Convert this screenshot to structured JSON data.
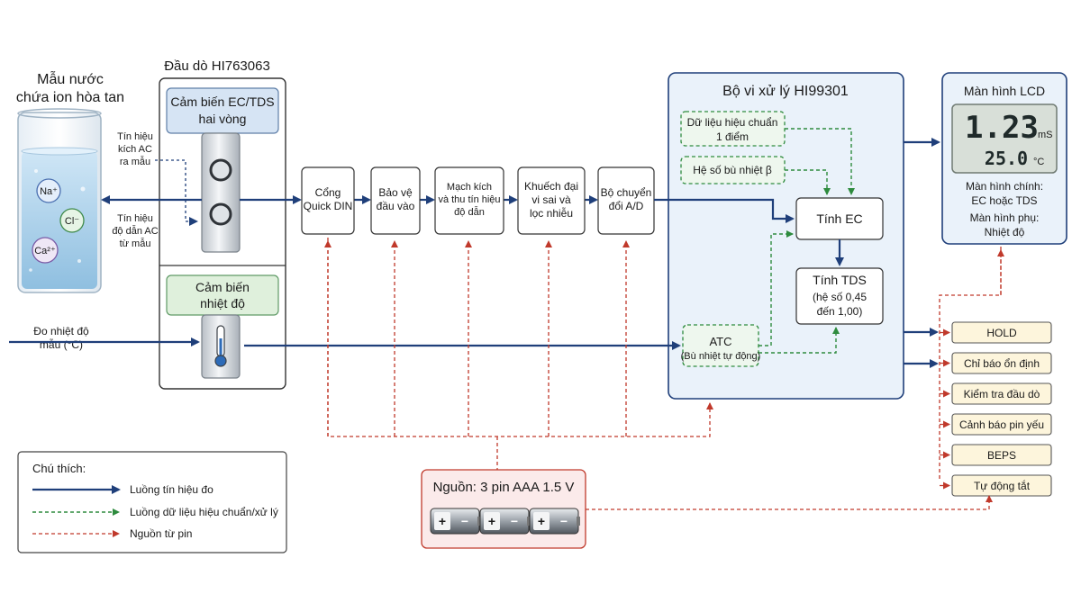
{
  "sample": {
    "title_line1": "Mẫu nước",
    "title_line2": "chứa ion hòa tan",
    "ion_na": "Na⁺",
    "ion_cl": "Cl⁻",
    "ion_ca": "Ca²⁺",
    "signal_out_l1": "Tín hiệu",
    "signal_out_l2": "kích AC",
    "signal_out_l3": "ra mẫu",
    "signal_in_l1": "Tín hiệu",
    "signal_in_l2": "độ dẫn AC",
    "signal_in_l3": "từ mẫu",
    "temp_l1": "Đo nhiệt độ",
    "temp_l2": "mẫu (°C)"
  },
  "probe": {
    "title": "Đầu dò HI763063",
    "ec_sensor_l1": "Cảm biến EC/TDS",
    "ec_sensor_l2": "hai vòng",
    "temp_sensor_l1": "Cảm biến",
    "temp_sensor_l2": "nhiệt độ"
  },
  "chain": [
    {
      "l1": "Cổng",
      "l2": "Quick DIN",
      "l3": ""
    },
    {
      "l1": "Bảo vệ",
      "l2": "đầu vào",
      "l3": ""
    },
    {
      "l1": "Mạch kích",
      "l2": "và thu tín hiệu",
      "l3": "độ dẫn"
    },
    {
      "l1": "Khuếch đại",
      "l2": "vi sai và",
      "l3": "lọc nhiễu"
    },
    {
      "l1": "Bộ chuyển",
      "l2": "đổi A/D",
      "l3": ""
    }
  ],
  "processor": {
    "title": "Bộ vi xử lý HI99301",
    "calib_l1": "Dữ liệu hiệu chuẩn",
    "calib_l2": "1 điểm",
    "beta": "Hệ số bù nhiệt β",
    "ec": "Tính EC",
    "tds_l1": "Tính TDS",
    "tds_l2": "(hệ số 0,45",
    "tds_l3": "đến 1,00)",
    "atc_l1": "ATC",
    "atc_l2": "(Bù nhiệt tự động)"
  },
  "lcd": {
    "title": "Màn hình LCD",
    "main_value": "1.23",
    "main_unit": "mS",
    "temp_value": "25.0",
    "temp_unit": "°C",
    "main_desc_l1": "Màn hình chính:",
    "main_desc_l2": "EC hoặc TDS",
    "sub_desc_l1": "Màn hình phụ:",
    "sub_desc_l2": "Nhiệt độ"
  },
  "functions": [
    "HOLD",
    "Chỉ báo ổn định",
    "Kiểm tra đầu dò",
    "Cảnh báo pin yếu",
    "BEPS",
    "Tự động tắt"
  ],
  "power": {
    "title": "Nguồn: 3 pin AAA 1.5 V",
    "plus": "+",
    "minus": "−"
  },
  "legend": {
    "title": "Chú thích:",
    "items": [
      "Luồng tín hiệu đo",
      "Luồng dữ liệu hiệu chuẩn/xử lý",
      "Nguồn từ pin"
    ]
  },
  "colors": {
    "signal": "#1f3f7a",
    "data": "#2e8b3e",
    "power": "#c0392b",
    "processor_bg": "#eaf2fa",
    "function_bg": "#fdf5dc"
  }
}
